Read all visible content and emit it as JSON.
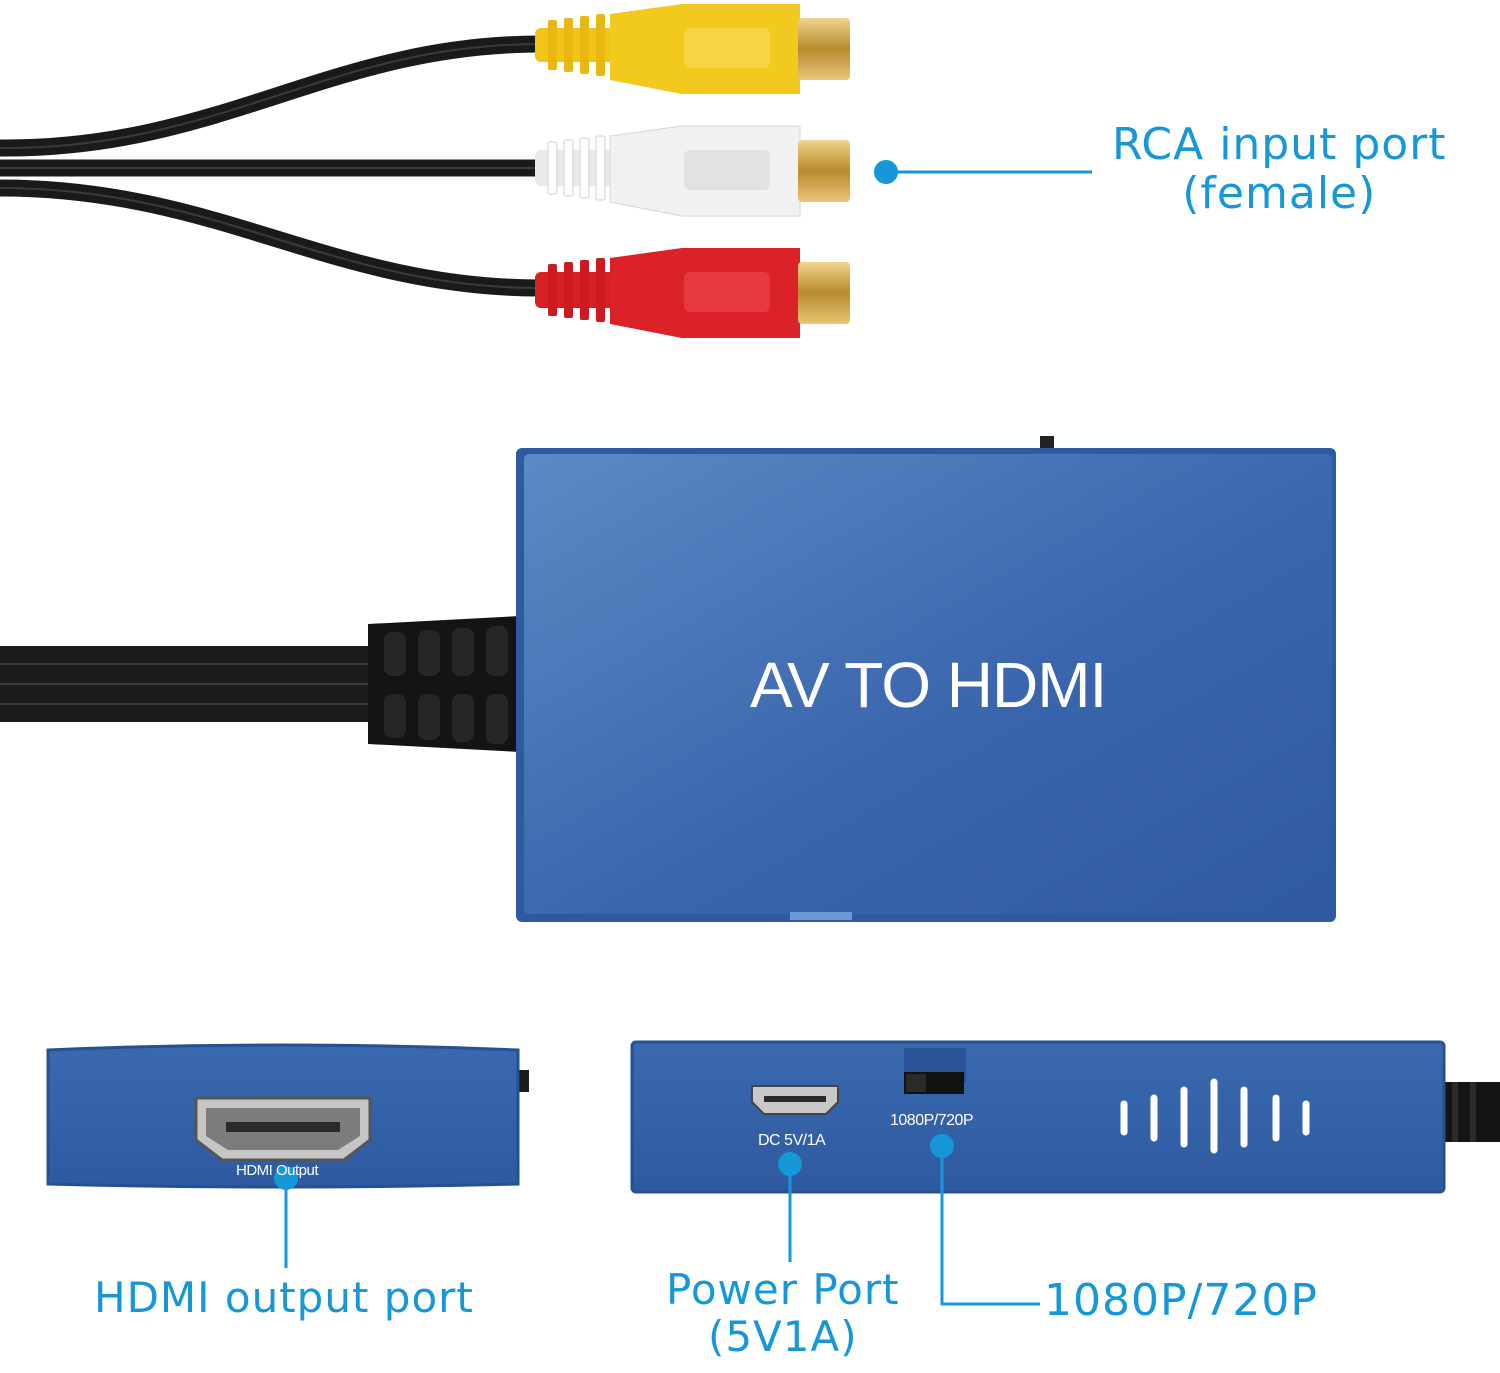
{
  "product": {
    "top_label": "AV TO HDMI",
    "hdmi_port_marking": "HDMI Output",
    "power_port_marking": "DC 5V/1A",
    "switch_marking": "1080P/720P"
  },
  "callouts": {
    "rca_input": {
      "line1": "RCA input port",
      "line2": "(female)"
    },
    "hdmi_output": {
      "text": "HDMI output port"
    },
    "power_port": {
      "line1": "Power Port",
      "line2": "(5V1A)"
    },
    "resolution_switch": {
      "text": "1080P/720P"
    }
  },
  "colors": {
    "accent": "#1597d8",
    "device_blue": "#2f5ea6",
    "cable": "#1a1a1a",
    "rca_yellow": "#f0c419",
    "rca_white": "#eeeeee",
    "rca_red": "#d81f26",
    "gold_tip": "#c9a44a"
  }
}
